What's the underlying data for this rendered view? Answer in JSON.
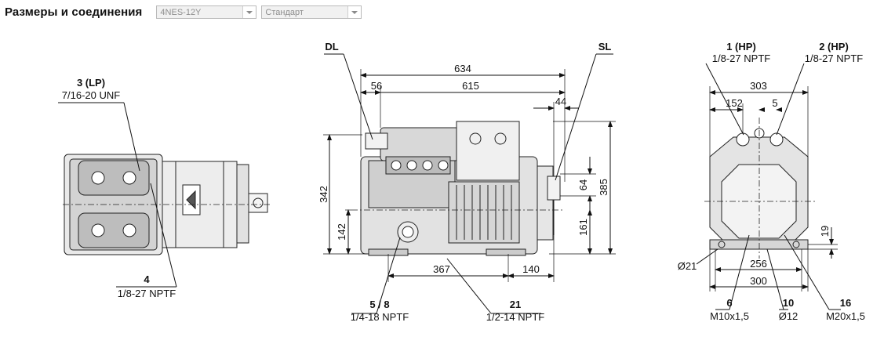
{
  "header": {
    "title": "Размеры и соединения",
    "model_value": "4NES-12Y",
    "variant_value": "Стандарт"
  },
  "left_view": {
    "conn_3_label": "3 (LP)",
    "conn_3_spec": "7/16-20 UNF",
    "conn_4_label": "4",
    "conn_4_spec": "1/8-27 NPTF"
  },
  "center_view": {
    "dl": "DL",
    "sl": "SL",
    "d634": "634",
    "d56": "56",
    "d615": "615",
    "d44": "44",
    "d342": "342",
    "d142": "142",
    "d64": "64",
    "d385": "385",
    "d161": "161",
    "d367": "367",
    "d140": "140",
    "conn_58_label": "5 / 8",
    "conn_58_spec": "1/4-18 NPTF",
    "conn_21_label": "21",
    "conn_21_spec": "1/2-14 NPTF"
  },
  "right_view": {
    "conn_1_label": "1 (HP)",
    "conn_1_spec": "1/8-27 NPTF",
    "conn_2_label": "2 (HP)",
    "conn_2_spec": "1/8-27 NPTF",
    "d303": "303",
    "d152": "152",
    "d5": "5",
    "d19": "19",
    "d21": "Ø21",
    "d256": "256",
    "d300": "300",
    "conn_6_label": "6",
    "conn_6_spec": "M10x1,5",
    "conn_10_label": "10",
    "conn_10_spec": "Ø12",
    "conn_16_label": "16",
    "conn_16_spec": "M20x1,5"
  }
}
